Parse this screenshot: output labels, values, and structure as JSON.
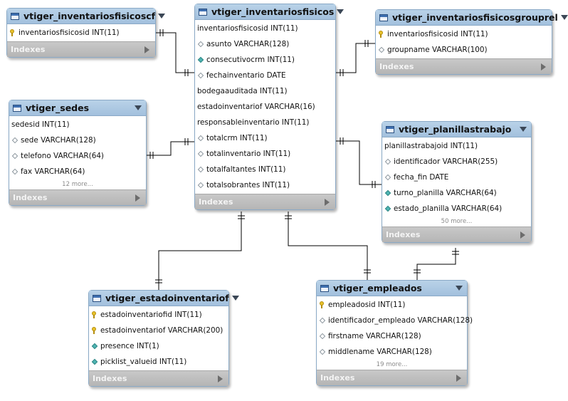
{
  "tables": [
    {
      "id": "t_cf",
      "title": "vtiger_inventariosfisicoscf",
      "columns": [
        {
          "icon": "key",
          "text": "inventariosfisicosid INT(11)"
        }
      ],
      "more": "",
      "indexes_label": "Indexes"
    },
    {
      "id": "t_main",
      "title": "vtiger_inventariosfisicos",
      "columns": [
        {
          "icon": "none",
          "text": "inventariosfisicosid INT(11)"
        },
        {
          "icon": "diamond",
          "text": "asunto VARCHAR(128)"
        },
        {
          "icon": "diamond-filled",
          "text": "consecutivocrm INT(11)"
        },
        {
          "icon": "diamond",
          "text": "fechainventario DATE"
        },
        {
          "icon": "none",
          "text": "bodegaauditada INT(11)"
        },
        {
          "icon": "none",
          "text": "estadoinventariof VARCHAR(16)"
        },
        {
          "icon": "none",
          "text": "responsableinventario INT(11)"
        },
        {
          "icon": "diamond",
          "text": "totalcrm INT(11)"
        },
        {
          "icon": "diamond",
          "text": "totalinventario INT(11)"
        },
        {
          "icon": "diamond",
          "text": "totalfaltantes INT(11)"
        },
        {
          "icon": "diamond",
          "text": "totalsobrantes INT(11)"
        }
      ],
      "more": "",
      "indexes_label": "Indexes"
    },
    {
      "id": "t_grouprel",
      "title": "vtiger_inventariosfisicosgrouprel",
      "columns": [
        {
          "icon": "key",
          "text": "inventariosfisicosid INT(11)"
        },
        {
          "icon": "diamond",
          "text": "groupname VARCHAR(100)"
        }
      ],
      "more": "",
      "indexes_label": "Indexes"
    },
    {
      "id": "t_sedes",
      "title": "vtiger_sedes",
      "columns": [
        {
          "icon": "none",
          "text": "sedesid INT(11)"
        },
        {
          "icon": "diamond",
          "text": "sede VARCHAR(128)"
        },
        {
          "icon": "diamond",
          "text": "telefono VARCHAR(64)"
        },
        {
          "icon": "diamond",
          "text": "fax VARCHAR(64)"
        }
      ],
      "more": "12 more...",
      "indexes_label": "Indexes"
    },
    {
      "id": "t_planillas",
      "title": "vtiger_planillastrabajo",
      "columns": [
        {
          "icon": "none",
          "text": "planillastrabajoid INT(11)"
        },
        {
          "icon": "diamond",
          "text": "identificador VARCHAR(255)"
        },
        {
          "icon": "diamond",
          "text": "fecha_fin DATE"
        },
        {
          "icon": "diamond-filled",
          "text": "turno_planilla VARCHAR(64)"
        },
        {
          "icon": "diamond-filled",
          "text": "estado_planilla VARCHAR(64)"
        }
      ],
      "more": "50 more...",
      "indexes_label": "Indexes"
    },
    {
      "id": "t_estado",
      "title": "vtiger_estadoinventariof",
      "columns": [
        {
          "icon": "key",
          "text": "estadoinventariofid INT(11)"
        },
        {
          "icon": "key",
          "text": "estadoinventariof VARCHAR(200)"
        },
        {
          "icon": "diamond-filled",
          "text": "presence INT(1)"
        },
        {
          "icon": "diamond-filled",
          "text": "picklist_valueid INT(11)"
        }
      ],
      "more": "",
      "indexes_label": "Indexes"
    },
    {
      "id": "t_empleados",
      "title": "vtiger_empleados",
      "columns": [
        {
          "icon": "key",
          "text": "empleadosid INT(11)"
        },
        {
          "icon": "diamond",
          "text": "identificador_empleado VARCHAR(128)"
        },
        {
          "icon": "diamond",
          "text": "firstname VARCHAR(128)"
        },
        {
          "icon": "diamond",
          "text": "middlename VARCHAR(128)"
        }
      ],
      "more": "19 more...",
      "indexes_label": "Indexes"
    }
  ],
  "colors": {
    "header": "#a9c6e2",
    "border": "#8aa9c6",
    "indexes_bar": "#bdbdbd",
    "connector": "#000000"
  }
}
